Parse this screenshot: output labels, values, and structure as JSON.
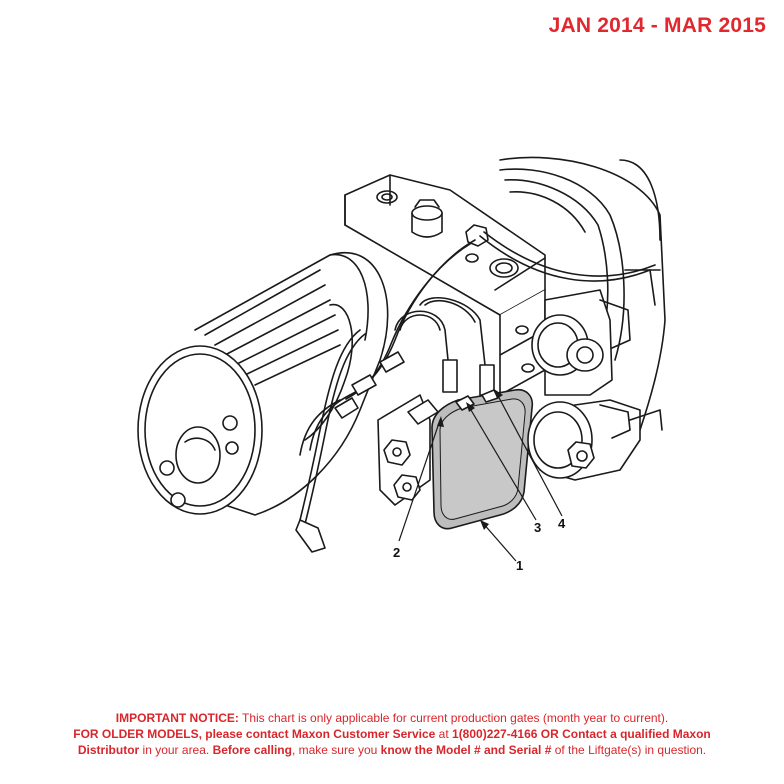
{
  "header": {
    "date_range": "JAN 2014 - MAR 2015"
  },
  "callouts": [
    "1",
    "2",
    "3",
    "4"
  ],
  "notice": {
    "label": "IMPORTANT NOTICE:",
    "line1_text": " This chart is only applicable for current production gates (month year to current).",
    "older_models_bold": "FOR OLDER MODELS, please contact Maxon Customer Service",
    "at_text": " at ",
    "phone_bold": "1(800)227-4166 OR Contact a qualified Maxon",
    "distributor_bold": "Distributor",
    "in_area_text": " in your area. ",
    "before_calling_bold": "Before calling",
    "make_sure_text": ", make sure you ",
    "know_model_bold": "know the Model # and Serial #",
    "of_liftgate_text": " of the Liftgate(s) in question."
  },
  "colors": {
    "accent_red": "#e0282e",
    "line": "#1a1a1a",
    "module_fill": "#bdbdbd"
  }
}
